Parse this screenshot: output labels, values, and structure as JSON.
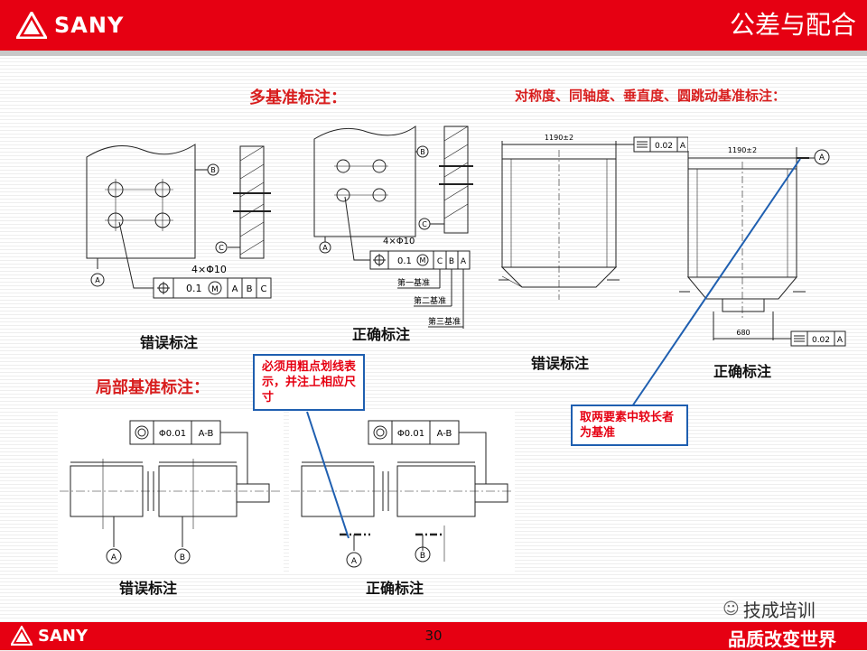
{
  "header": {
    "brand": "SANY",
    "slide_title": "公差与配合"
  },
  "sections": {
    "multi_datum_title": "多基准标注：",
    "symmetry_title": "对称度、同轴度、垂直度、圆跳动基准标注：",
    "local_datum_title": "局部基准标注："
  },
  "captions": {
    "wrong_1": "错误标注",
    "right_1": "正确标注",
    "wrong_2": "错误标注",
    "right_2": "正确标注",
    "wrong_3": "错误标注",
    "right_3": "正确标注"
  },
  "callouts": {
    "thick_line_note": "必须用粗点划线表示，并注上相应尺寸",
    "longer_element_note": "取两要素中较长者为基准"
  },
  "drawing_labels": {
    "hole_spec": "4×Φ10",
    "tol_value_pos": "0.1",
    "mod_m": "M",
    "datum_a": "A",
    "datum_b": "B",
    "datum_c": "C",
    "first_datum": "第一基准",
    "second_datum": "第二基准",
    "third_datum": "第三基准",
    "dim_1190": "1190±2",
    "tol_value_sym": "0.02",
    "dim_680": "680",
    "tol_value_coax": "Φ0.01",
    "datum_ab": "A-B"
  },
  "footer": {
    "brand": "SANY",
    "page_number": "30",
    "slogan": "品质改变世界",
    "watermark": "技成培训"
  },
  "colors": {
    "brand_red": "#e60012",
    "title_red": "#d81e1e",
    "callout_border": "#1f5fb0"
  }
}
